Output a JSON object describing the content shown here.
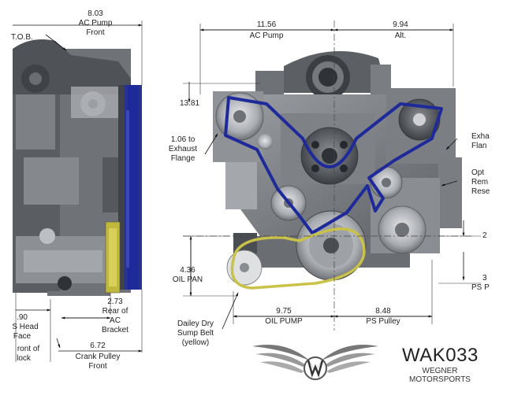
{
  "drawing": {
    "part_number": "WAK033",
    "company_line1": "WEGNER",
    "company_line2": "MOTORSPORTS"
  },
  "side_view": {
    "top_dim_value": "8.03",
    "top_dim_label1": "AC Pump",
    "top_dim_label2": "Front",
    "tob_label": "T.O.B.",
    "head_dim_value": ".90",
    "head_dim_label1": "S Head",
    "head_dim_label2": "Face",
    "bracket_dim_value": "2.73",
    "bracket_dim_label1": "Rear of",
    "bracket_dim_label2": "AC",
    "bracket_dim_label3": "Bracket",
    "block_label1": "ront of",
    "block_label2": "lock",
    "crank_dim_value": "6.72",
    "crank_dim_label1": "Crank Pulley",
    "crank_dim_label2": "Front"
  },
  "front_view": {
    "ac_width_value": "11.56",
    "ac_width_label": "AC Pump",
    "alt_width_value": "9.94",
    "alt_width_label": "Alt.",
    "height_value": "13.81",
    "exhaust_value": "1.06 to",
    "exhaust_label1": "Exhaust",
    "exhaust_label2": "Flange",
    "oilpan_value": "4.36",
    "oilpan_label": "OIL PAN",
    "oilpump_value": "9.75",
    "oilpump_label": "OIL PUMP",
    "pspulley_value": "8.48",
    "pspulley_label": "PS Pulley",
    "belt_note_line1": "Dailey Dry",
    "belt_note_line2": "Sump Belt",
    "belt_note_line3": "(yellow)",
    "right_cut_1": "Exha",
    "right_cut_2": "Flan",
    "right_cut_3": "Opt",
    "right_cut_4": "Rem",
    "right_cut_5": "Rese",
    "right_cut_6": "2",
    "right_cut_7": "3",
    "right_cut_8": "PS P"
  },
  "colors": {
    "belt_blue": "#1e2a9a",
    "belt_yellow": "#c9c24a",
    "casting": "#8b8e92",
    "dark": "#3d4044"
  }
}
